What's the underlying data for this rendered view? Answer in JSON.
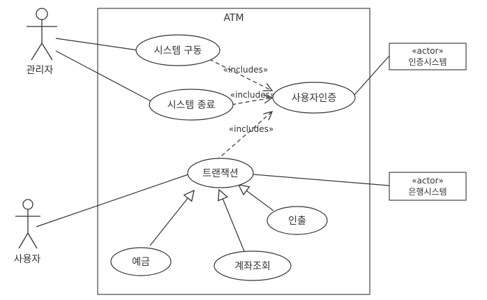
{
  "diagram": {
    "system": {
      "title": "ATM"
    },
    "actors": {
      "admin": "관리자",
      "user": "사용자",
      "auth_system": {
        "stereotype": "«actor»",
        "name": "인증시스템"
      },
      "bank_system": {
        "stereotype": "«actor»",
        "name": "은행시스템"
      }
    },
    "use_cases": {
      "start": "시스템 구동",
      "shutdown": "시스템 종료",
      "authenticate": "사용자인증",
      "transaction": "트랜잭션",
      "withdraw": "인출",
      "deposit": "예금",
      "balance": "계좌조회"
    },
    "relations": {
      "include_label": "«includes»"
    }
  }
}
